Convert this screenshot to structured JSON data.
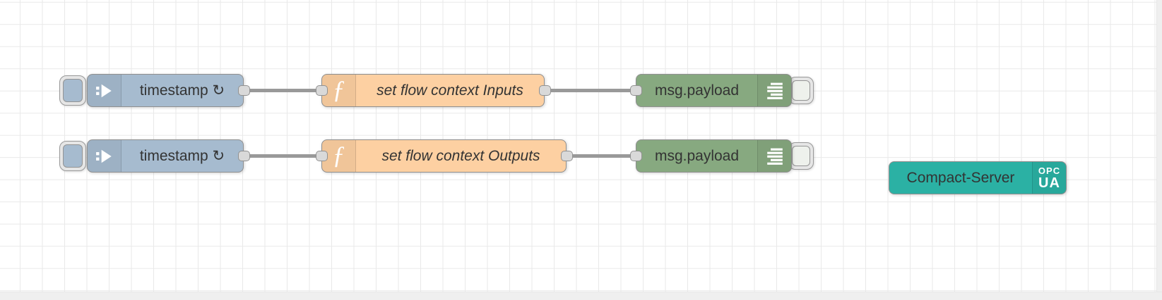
{
  "app": "node-red-flow-editor",
  "palette": {
    "canvas_bg": "#ffffff",
    "grid_line_color": "#e9e9e9",
    "wire_color": "#999999",
    "port_color": "#d9d9d9",
    "label_color": "#333333",
    "inject_color": "#a6bbcf",
    "function_color": "#fdd0a2",
    "debug_color": "#87a980",
    "server_color": "#2bb1a4"
  },
  "icons": {
    "function_glyph": "ƒ",
    "inject_icon_name": "inject-arrow-icon",
    "debug_icon_name": "debug-list-icon",
    "opcua_icon_name": "opc-ua-badge-icon"
  },
  "nodes": {
    "inject1": {
      "type": "inject",
      "label": "timestamp ↻"
    },
    "inject2": {
      "type": "inject",
      "label": "timestamp ↻"
    },
    "function1": {
      "type": "function",
      "label": "set flow context Inputs"
    },
    "function2": {
      "type": "function",
      "label": "set flow context Outputs"
    },
    "debug1": {
      "type": "debug",
      "label": "msg.payload"
    },
    "debug2": {
      "type": "debug",
      "label": "msg.payload"
    },
    "server1": {
      "type": "opcua-compact-server",
      "label": "Compact-Server",
      "badge_line1": "OPC",
      "badge_line2": "UA"
    }
  }
}
